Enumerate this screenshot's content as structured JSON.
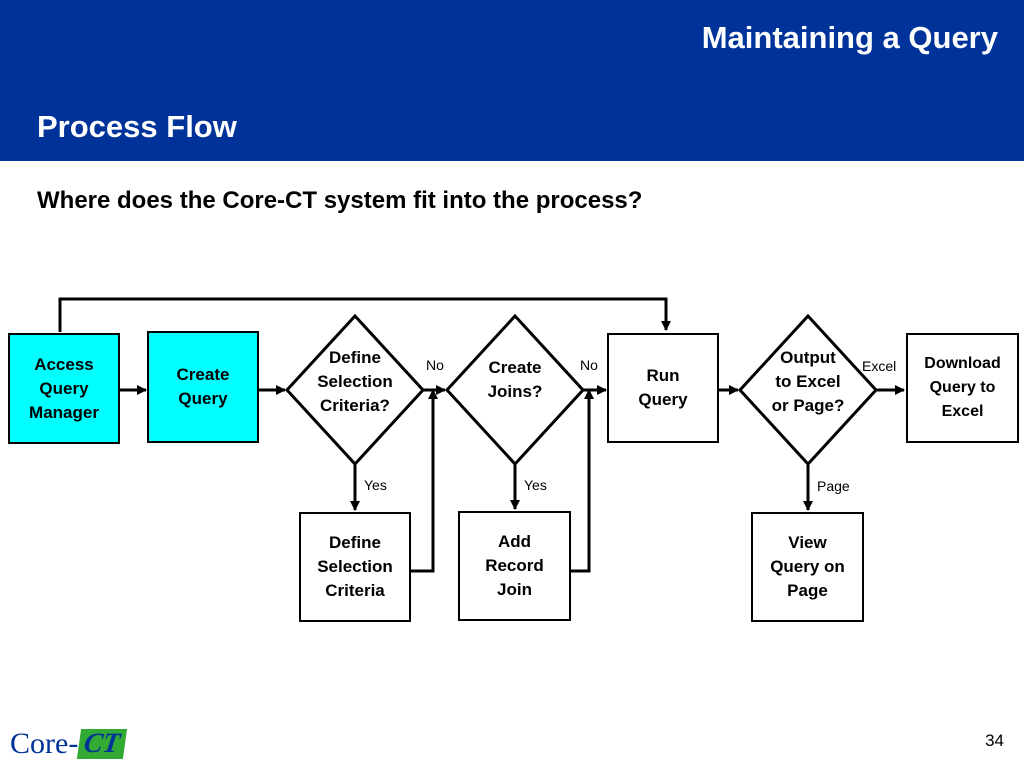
{
  "slide": {
    "title": "Maintaining a Query",
    "section": "Process Flow",
    "question": "Where does the Core-CT system fit into the process?",
    "page_number": "34",
    "logo": {
      "word": "Core-",
      "mark": "CT"
    },
    "colors": {
      "header": "#003399",
      "highlight": "#00ffff",
      "text": "#000000",
      "logo_green": "#33aa33"
    }
  },
  "flow": {
    "nodes": {
      "access": "Access\nQuery\nManager",
      "create": "Create\nQuery",
      "define_decision": "Define\nSelection\nCriteria?",
      "joins_decision": "Create\nJoins?",
      "run": "Run\nQuery",
      "output_decision": "Output\nto Excel\nor Page?",
      "download": "Download\nQuery to\nExcel",
      "define_criteria": "Define\nSelection\nCriteria",
      "add_join": "Add\nRecord\nJoin",
      "view_page": "View\nQuery on\nPage"
    },
    "labels": {
      "no1": "No",
      "no2": "No",
      "yes1": "Yes",
      "yes2": "Yes",
      "excel": "Excel",
      "page": "Page"
    }
  }
}
